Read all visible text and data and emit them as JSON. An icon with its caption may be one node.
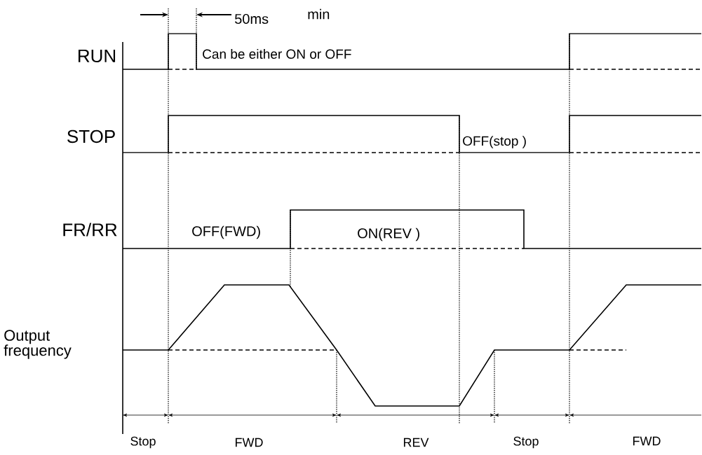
{
  "diagram": {
    "labels": [
      "50ms",
      "min",
      "RUN",
      "Can be either ON or OFF",
      "STOP",
      "OFF(stop )",
      "FR/RR",
      "OFF(FWD)",
      "ON(REV )",
      "Output frequency",
      "Stop",
      "FWD",
      "REV",
      "Stop",
      "FWD"
    ]
  }
}
